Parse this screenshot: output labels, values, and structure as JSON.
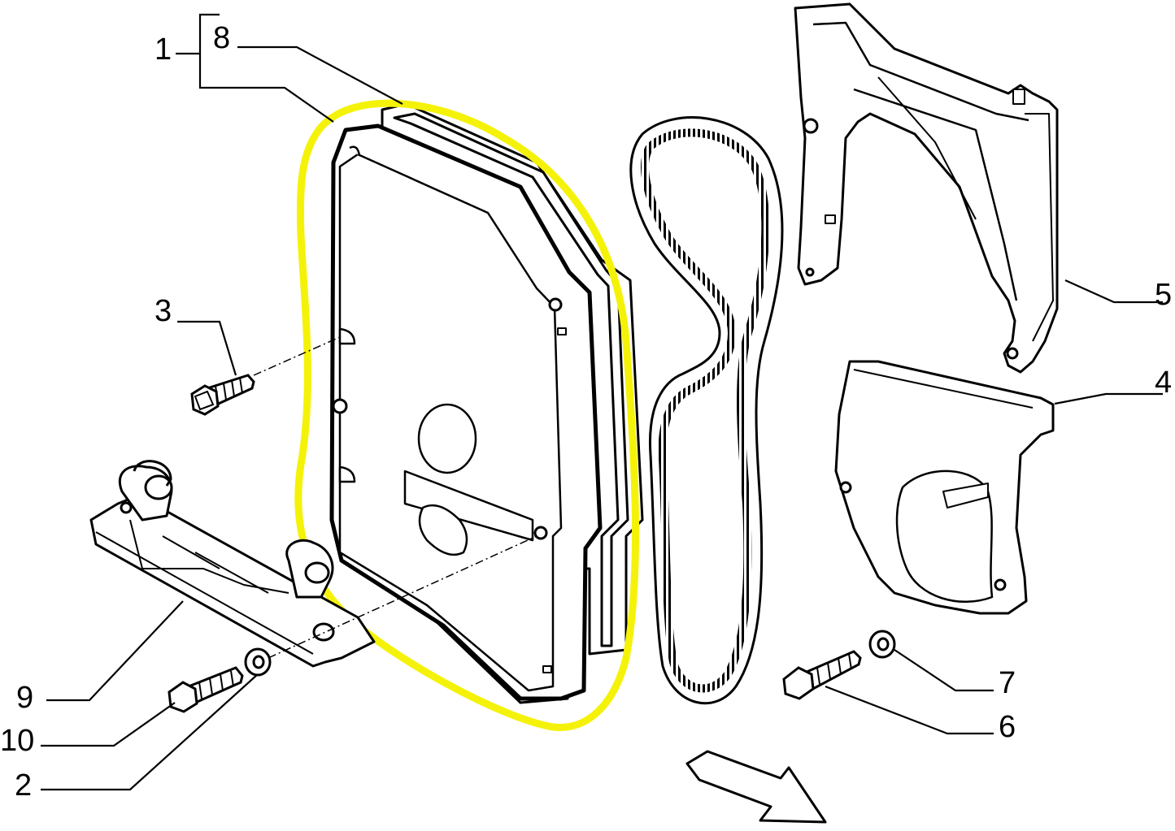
{
  "callouts": {
    "c1": "1",
    "c8": "8",
    "c3": "3",
    "c5": "5",
    "c4": "4",
    "c9": "9",
    "c10": "10",
    "c2": "2",
    "c7": "7",
    "c6": "6"
  },
  "colors": {
    "line": "#000000",
    "background": "#ffffff",
    "highlight": "#f5f20a"
  },
  "parts": [
    {
      "ref": "1",
      "icon": "cover-assembly"
    },
    {
      "ref": "8",
      "icon": "gasket"
    },
    {
      "ref": "2",
      "icon": "washer"
    },
    {
      "ref": "3",
      "icon": "bolt"
    },
    {
      "ref": "4",
      "icon": "lower-cover"
    },
    {
      "ref": "5",
      "icon": "bracket"
    },
    {
      "ref": "6",
      "icon": "bolt"
    },
    {
      "ref": "7",
      "icon": "washer"
    },
    {
      "ref": "9",
      "icon": "belt-guide"
    },
    {
      "ref": "10",
      "icon": "bolt"
    }
  ],
  "highlighted_part": "1"
}
